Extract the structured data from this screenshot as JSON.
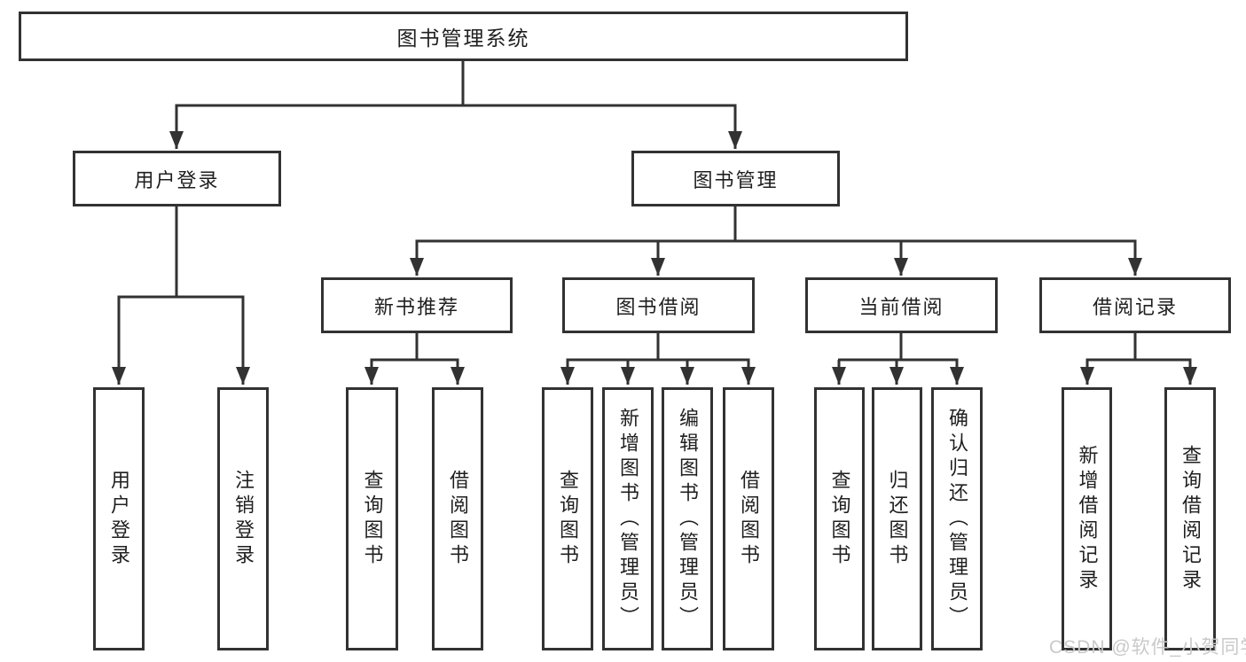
{
  "nodes": {
    "root": {
      "label": "图书管理系统"
    },
    "user_login": {
      "label": "用户登录"
    },
    "book_mgmt": {
      "label": "图书管理"
    },
    "new_book_rec": {
      "label": "新书推荐"
    },
    "book_borrow": {
      "label": "图书借阅"
    },
    "current_borrow": {
      "label": "当前借阅"
    },
    "borrow_record": {
      "label": "借阅记录"
    }
  },
  "leaves": [
    {
      "parent": "用户登录",
      "label": "用户登录"
    },
    {
      "parent": "用户登录",
      "label": "注销登录"
    },
    {
      "parent": "新书推荐",
      "label": "查询图书"
    },
    {
      "parent": "新书推荐",
      "label": "借阅图书"
    },
    {
      "parent": "图书借阅",
      "label": "查询图书"
    },
    {
      "parent": "图书借阅",
      "label": "新增图书（管理员）"
    },
    {
      "parent": "图书借阅",
      "label": "编辑图书（管理员）"
    },
    {
      "parent": "图书借阅",
      "label": "借阅图书"
    },
    {
      "parent": "当前借阅",
      "label": "查询图书"
    },
    {
      "parent": "当前借阅",
      "label": "归还图书"
    },
    {
      "parent": "当前借阅",
      "label": "确认归还（管理员）"
    },
    {
      "parent": "借阅记录",
      "label": "新增借阅记录"
    },
    {
      "parent": "借阅记录",
      "label": "查询借阅记录"
    }
  ],
  "watermark": {
    "text": "CSDN @软件_小贺同学",
    "color": "#c9c9c9"
  },
  "colors": {
    "line": "#323232",
    "box_border": "#323232",
    "box_fill": "#ffffff",
    "text": "#1f1f1f",
    "background": "#ffffff"
  }
}
